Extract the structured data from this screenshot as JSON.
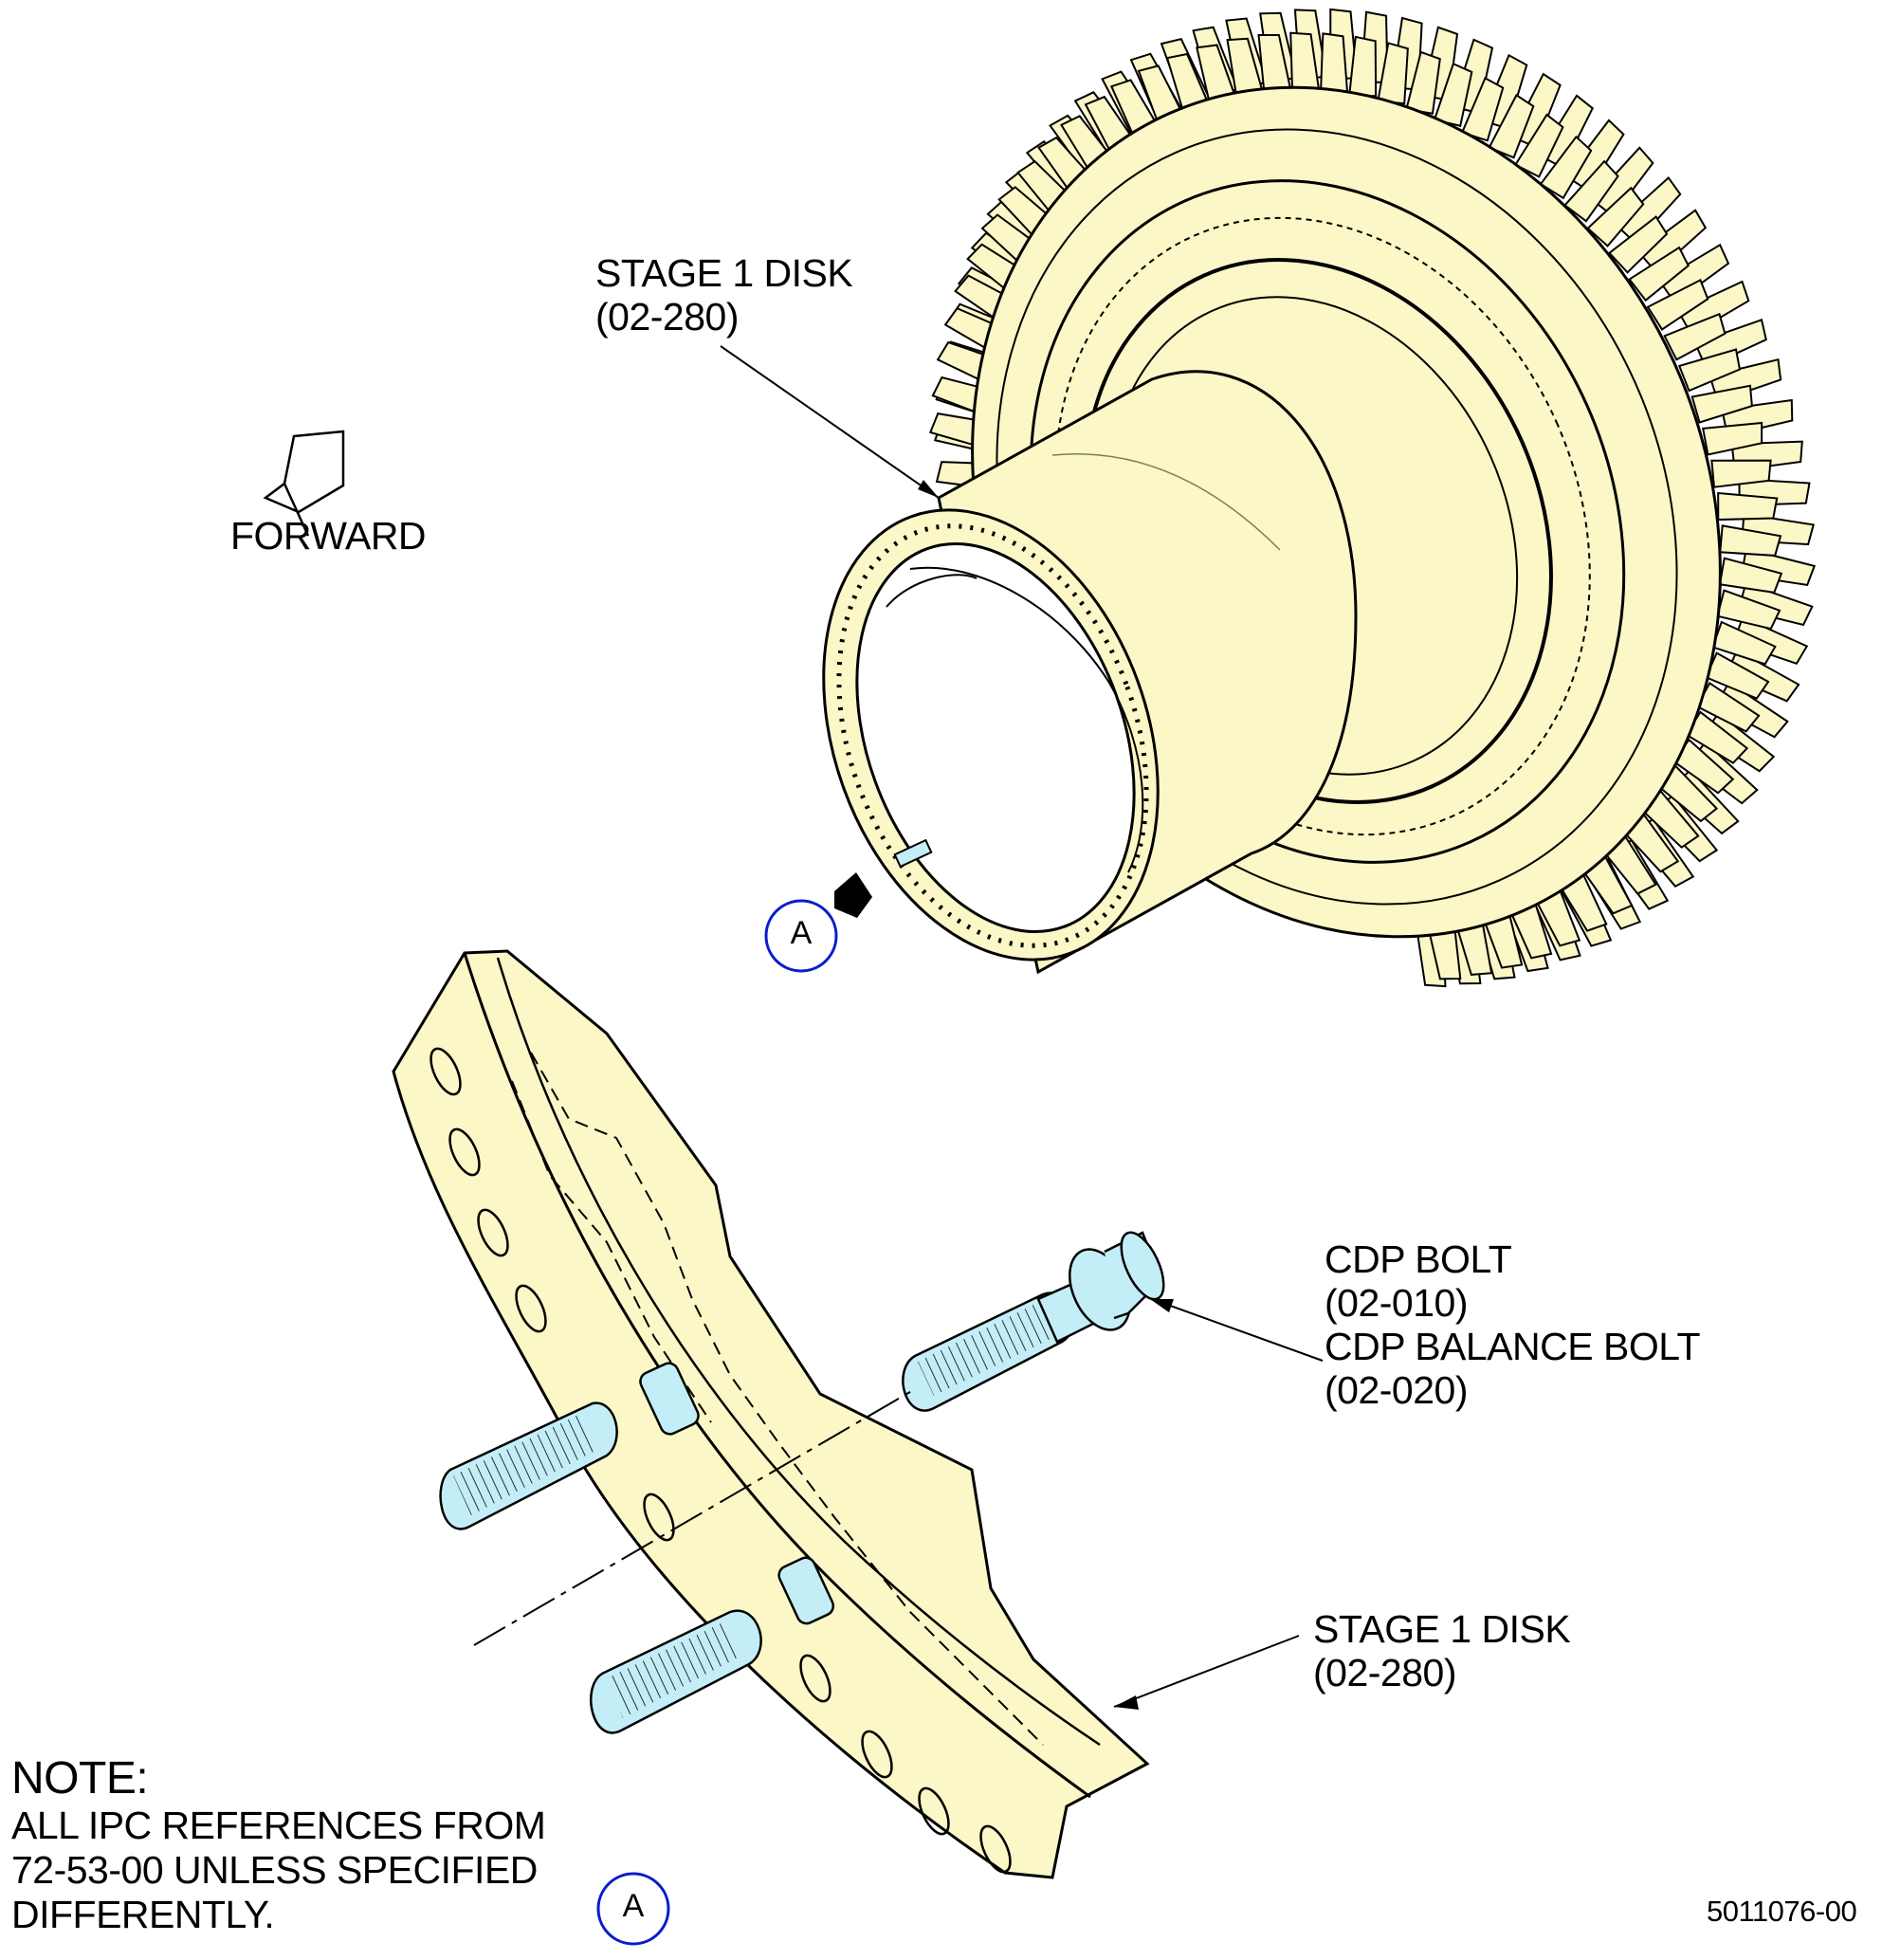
{
  "callouts": {
    "stage1_disk_top": {
      "name": "STAGE 1 DISK",
      "ref": "(02-280)"
    },
    "cdp_bolt": {
      "name": "CDP BOLT",
      "ref": "(02-010)"
    },
    "cdp_balance_bolt": {
      "name": "CDP BALANCE BOLT",
      "ref": "(02-020)"
    },
    "stage1_disk_detail": {
      "name": "STAGE 1 DISK",
      "ref": "(02-280)"
    }
  },
  "forward_label": "FORWARD",
  "view_markers": {
    "main": "A",
    "detail": "A"
  },
  "note": {
    "title": "NOTE:",
    "lines": [
      "ALL IPC REFERENCES FROM",
      "72-53-00 UNLESS SPECIFIED",
      "DIFFERENTLY."
    ]
  },
  "document_number": "5011076-00",
  "colors": {
    "part_fill": "#fbf7c6",
    "bolt_fill": "#c4eef7",
    "marker_circle": "#0a1ccc",
    "line": "#000000"
  }
}
